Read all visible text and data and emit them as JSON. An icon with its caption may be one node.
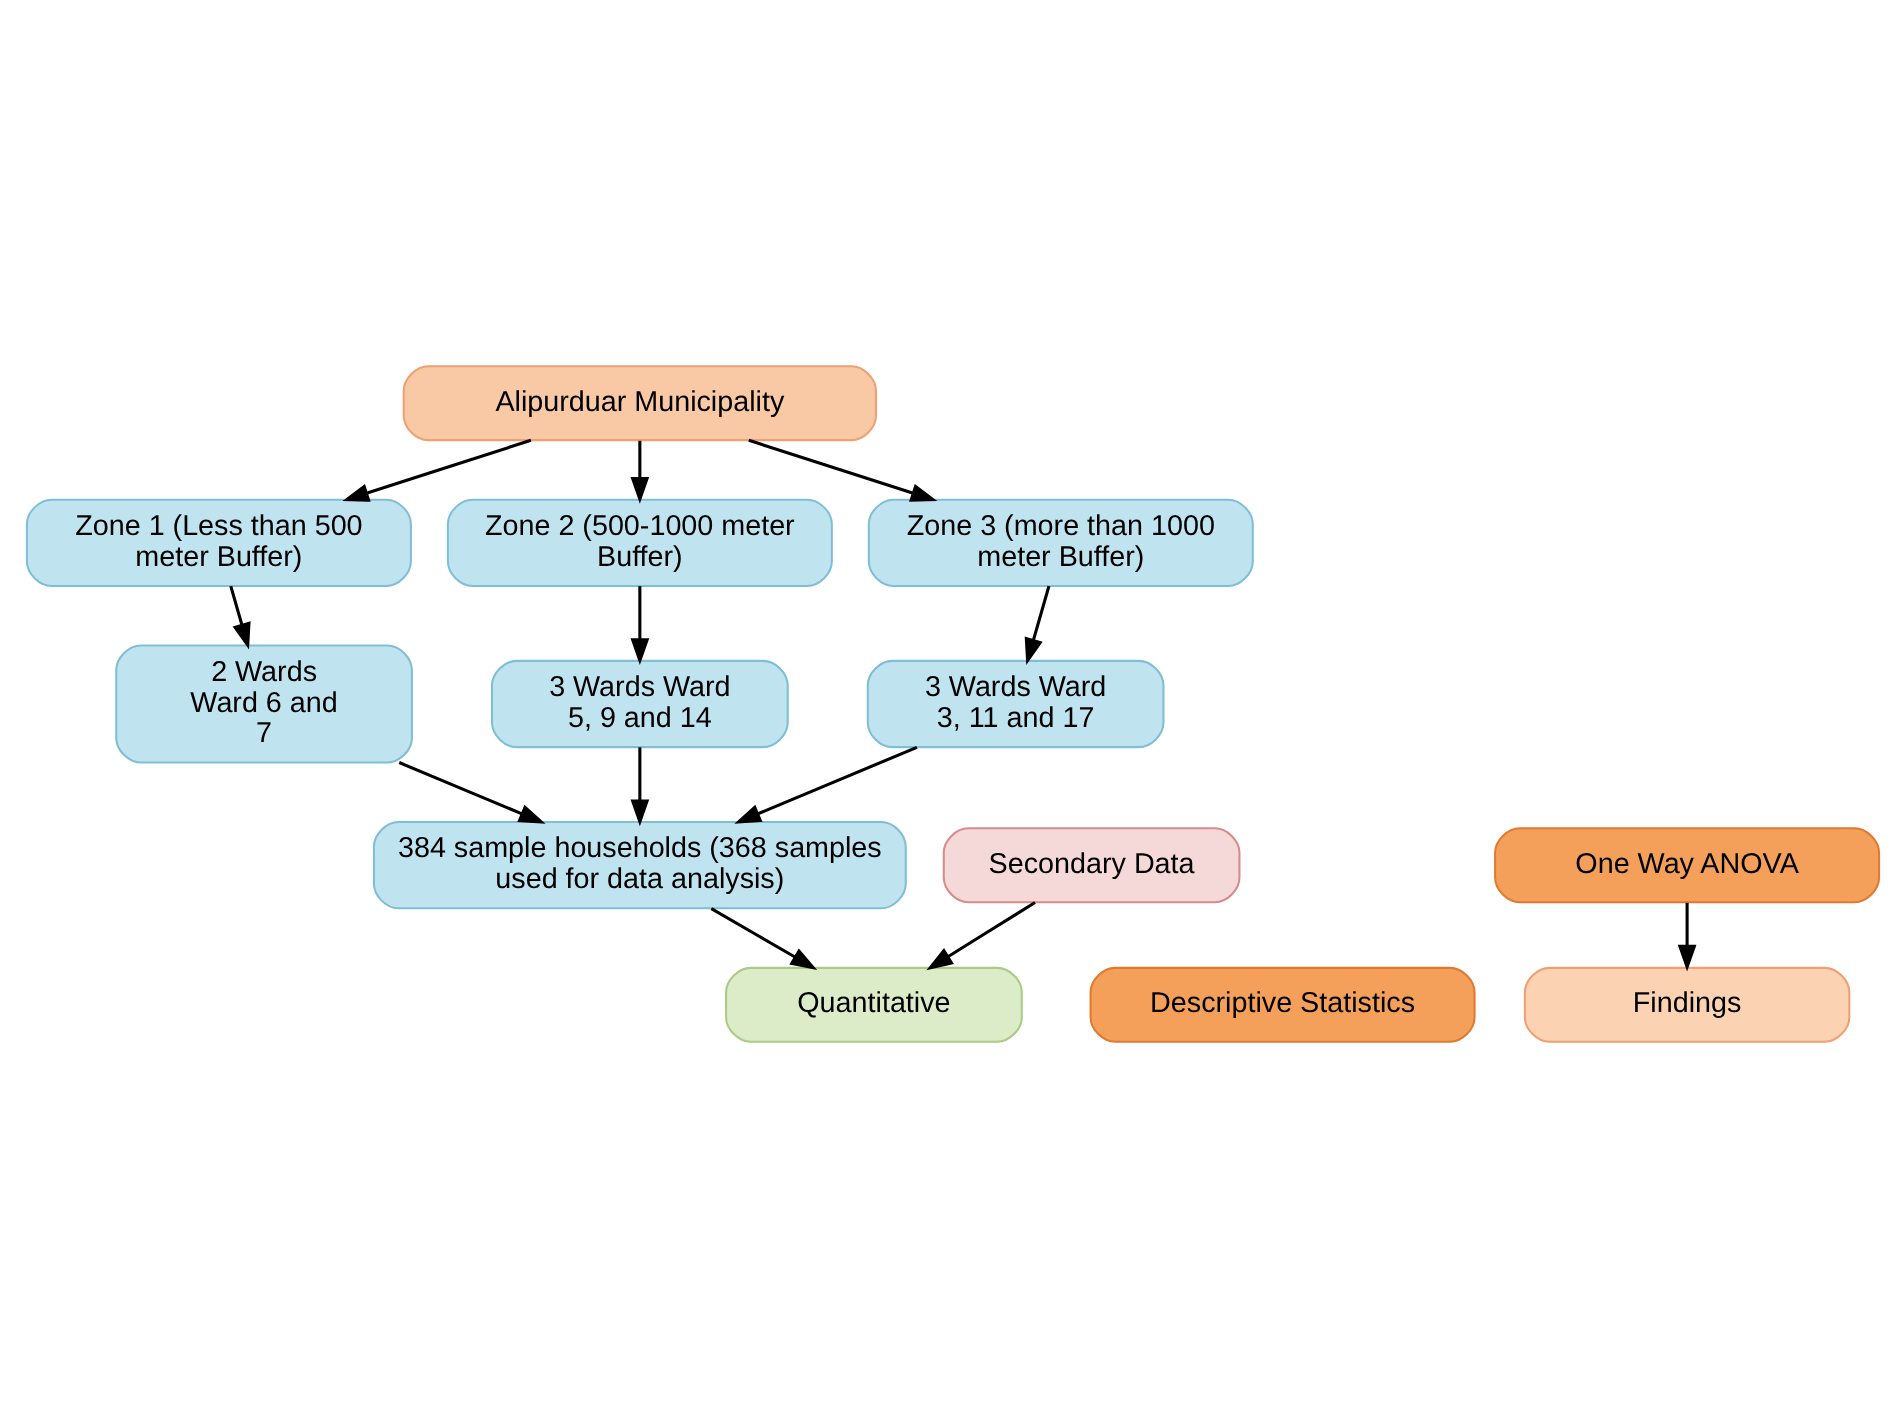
{
  "diagram": {
    "nodes": [
      {
        "text": [
          "Alipurduar Municipality"
        ]
      },
      {
        "text": [
          "Zone 1 (Less than 500 meter Buffer)"
        ]
      },
      {
        "text": [
          "Zone 2 (500-1000 meter Buffer)"
        ]
      },
      {
        "text": [
          "Zone 3 (more than 1000 meter Buffer)"
        ]
      },
      {
        "text": [
          "2 Wards Ward 6 and 7"
        ]
      },
      {
        "text": [
          "3 Wards Ward 5, 9 and 14"
        ]
      },
      {
        "text": [
          "3 Wards Ward 3, 11 and 17"
        ]
      },
      {
        "text": [
          "384 sample households (368 samples used for data analysis)"
        ]
      },
      {
        "text": [
          "Quantitative"
        ]
      },
      {
        "text": [
          "Descriptive Statistics"
        ]
      },
      {
        "text": [
          "One Way ANOVA"
        ]
      },
      {
        "text": [
          "Secondary Data"
        ]
      },
      {
        "text": [
          "Findings"
        ]
      }
    ],
    "edges": [
      {
        "from": 0,
        "to": 1,
        "arrow": "to"
      },
      {
        "from": 0,
        "to": 2,
        "arrow": "to"
      },
      {
        "from": 0,
        "to": 3,
        "arrow": "to"
      },
      {
        "from": 1,
        "to": 4,
        "arrow": "to"
      },
      {
        "from": 2,
        "to": 5,
        "arrow": "to"
      },
      {
        "from": 3,
        "to": 6,
        "arrow": "to"
      },
      {
        "from": 4,
        "to": 7,
        "arrow": "to"
      },
      {
        "from": 5,
        "to": 7,
        "arrow": "to"
      },
      {
        "from": 6,
        "to": 7,
        "arrow": "to"
      },
      {
        "from": 7,
        "to": 8,
        "arrow": "to"
      },
      {
        "from": 11,
        "to": 8,
        "arrow": "to"
      },
      {
        "from": 10,
        "to": 12,
        "arrow": "to"
      }
    ]
  }
}
